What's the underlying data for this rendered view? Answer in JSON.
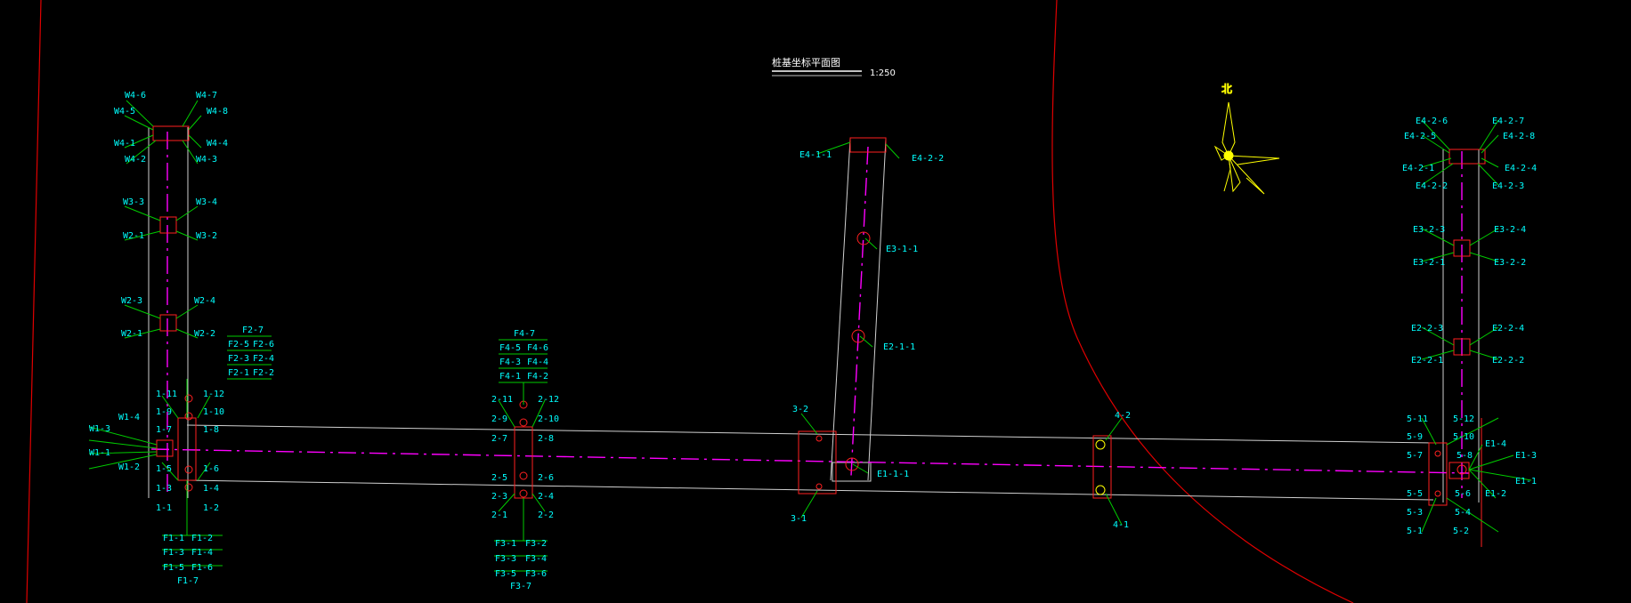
{
  "drawing": {
    "title": "桩基坐标平面图",
    "scale": "1:250",
    "north_label": "北"
  },
  "colors": {
    "background": "#000000",
    "label": "#00ffff",
    "leader": "#00cc00",
    "centerline": "#ff00ff",
    "pile": "#ff2020",
    "outline": "#d0d0d0",
    "boundary": "#ff0000",
    "north_arrow": "#ffff00"
  },
  "labels": {
    "w": [
      "W4-6",
      "W4-7",
      "W4-5",
      "W4-8",
      "W4-1",
      "W4-4",
      "W4-2",
      "W4-3",
      "W3-3",
      "W3-4",
      "W2-1",
      "W3-2",
      "W2-3",
      "W2-4",
      "W2-1",
      "W2-2",
      "W1-4",
      "W1-3",
      "W1-1",
      "W1-2"
    ],
    "a1": [
      "1-11",
      "1-12",
      "1-9",
      "1-10",
      "1-7",
      "1-8",
      "1-5",
      "1-6",
      "1-3",
      "1-4",
      "1-1",
      "1-2"
    ],
    "f2": [
      "F2-7",
      "F2-5",
      "F2-6",
      "F2-3",
      "F2-4",
      "F2-1",
      "F2-2"
    ],
    "f1": [
      "F1-1",
      "F1-2",
      "F1-3",
      "F1-4",
      "F1-5",
      "F1-6",
      "F1-7"
    ],
    "f4": [
      "F4-7",
      "F4-5",
      "F4-6",
      "F4-3",
      "F4-4",
      "F4-1",
      "F4-2"
    ],
    "a2": [
      "2-11",
      "2-12",
      "2-9",
      "2-10",
      "2-7",
      "2-8",
      "2-5",
      "2-6",
      "2-3",
      "2-4",
      "2-1",
      "2-2"
    ],
    "f3": [
      "F3-1",
      "F3-2",
      "F3-3",
      "F3-4",
      "F3-5",
      "F3-6",
      "F3-7"
    ],
    "e_mid": [
      "E4-1-1",
      "E4-2-2",
      "E3-1-1",
      "E2-1-1",
      "E1-1-1"
    ],
    "a3": [
      "3-2",
      "3-1"
    ],
    "a4": [
      "4-2",
      "4-1"
    ],
    "e_right": [
      "E4-2-6",
      "E4-2-7",
      "E4-2-5",
      "E4-2-8",
      "E4-2-1",
      "E4-2-4",
      "E4-2-2",
      "E4-2-3",
      "E3-2-3",
      "E3-2-4",
      "E3-2-1",
      "E3-2-2",
      "E2-2-3",
      "E2-2-4",
      "E2-2-1",
      "E2-2-2"
    ],
    "a5": [
      "5-11",
      "5-12",
      "5-9",
      "5-10",
      "5-7",
      "5-8",
      "5-5",
      "5-6",
      "5-3",
      "5-4",
      "5-1",
      "5-2"
    ],
    "e1": [
      "E1-4",
      "E1-3",
      "E1-1",
      "E1-2"
    ]
  }
}
